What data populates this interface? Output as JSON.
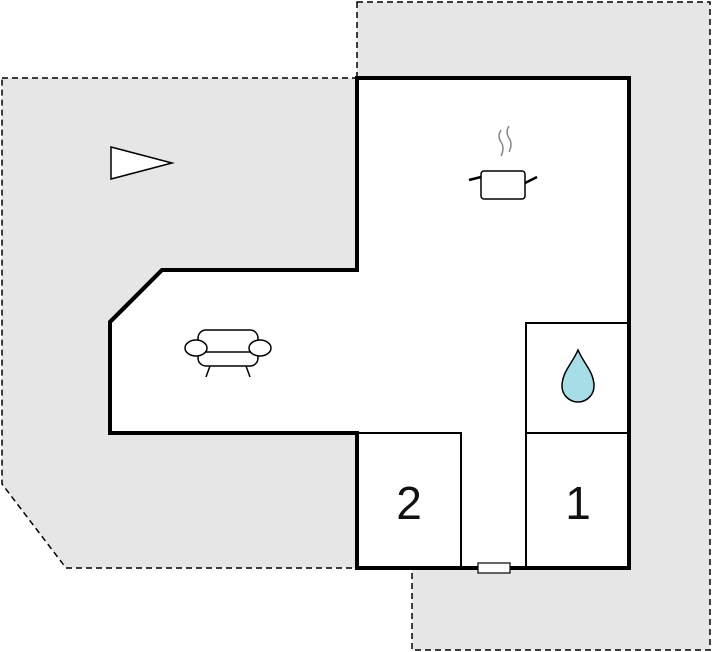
{
  "floorplan": {
    "rooms": [
      {
        "id": "bedroom-2",
        "label": "2"
      },
      {
        "id": "bedroom-1",
        "label": "1"
      }
    ],
    "icons": [
      "compass-arrow-icon",
      "kitchen-pot-icon",
      "sofa-icon",
      "water-drop-icon",
      "door-icon"
    ]
  },
  "colors": {
    "outdoor": "#e6e6e6",
    "wall": "#000000",
    "bathroom_drop": "#a6dde6"
  }
}
